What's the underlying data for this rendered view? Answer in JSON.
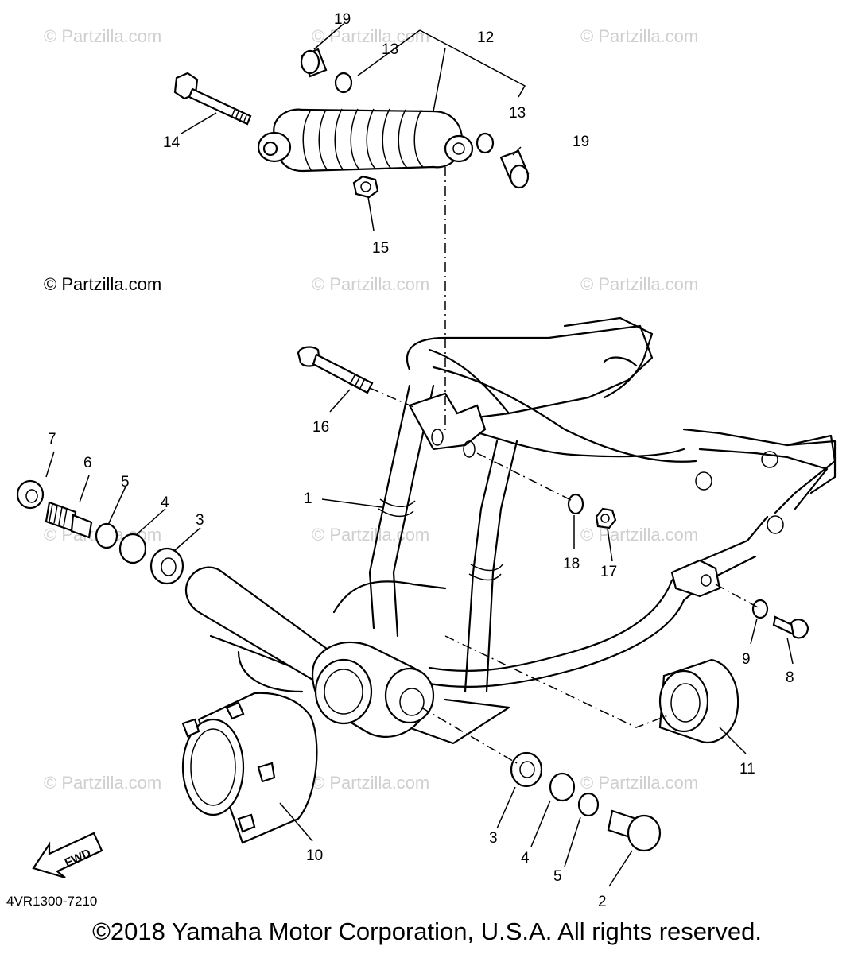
{
  "watermark": "© Partzilla.com",
  "callouts": {
    "c1": "1",
    "c2": "2",
    "c3a": "3",
    "c3b": "3",
    "c4a": "4",
    "c4b": "4",
    "c5a": "5",
    "c5b": "5",
    "c6": "6",
    "c7": "7",
    "c8": "8",
    "c9": "9",
    "c10": "10",
    "c11": "11",
    "c12": "12",
    "c13a": "13",
    "c13b": "13",
    "c14": "14",
    "c15": "15",
    "c16": "16",
    "c17": "17",
    "c18": "18",
    "c19a": "19",
    "c19b": "19"
  },
  "fwd_arrow_label": "FWD",
  "diagram_code": "4VR1300-7210",
  "copyright": "©2018 Yamaha Motor Corporation, U.S.A. All rights reserved."
}
